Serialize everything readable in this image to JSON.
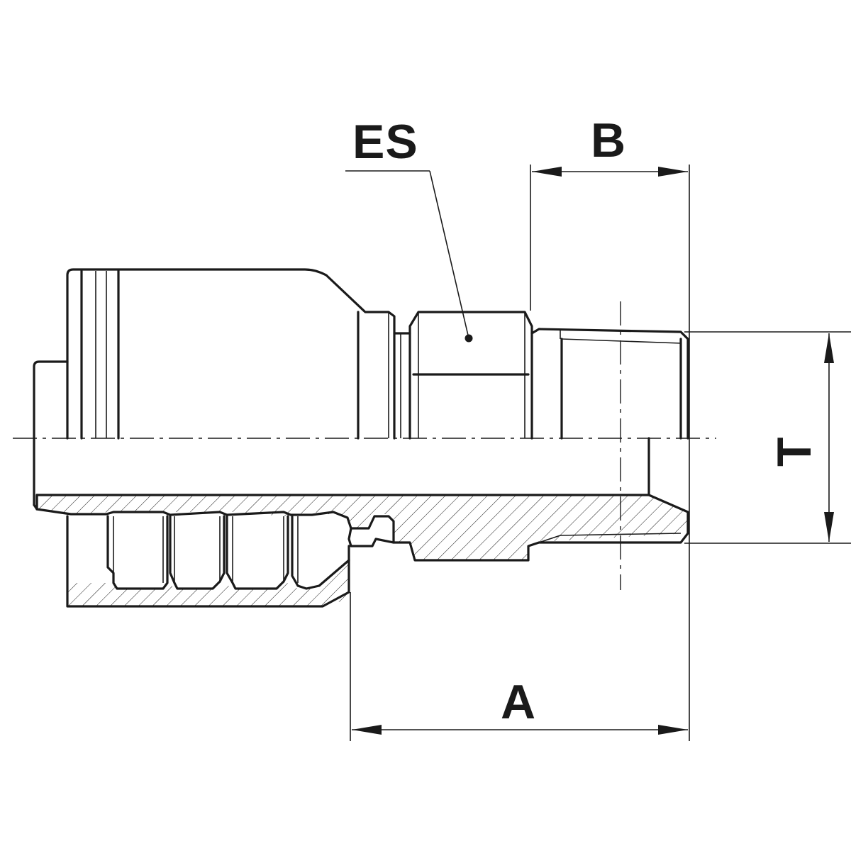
{
  "labels": {
    "es": "ES",
    "b": "B",
    "a": "A",
    "t": "T"
  },
  "colors": {
    "line": "#1a1a1a",
    "background": "#ffffff"
  }
}
